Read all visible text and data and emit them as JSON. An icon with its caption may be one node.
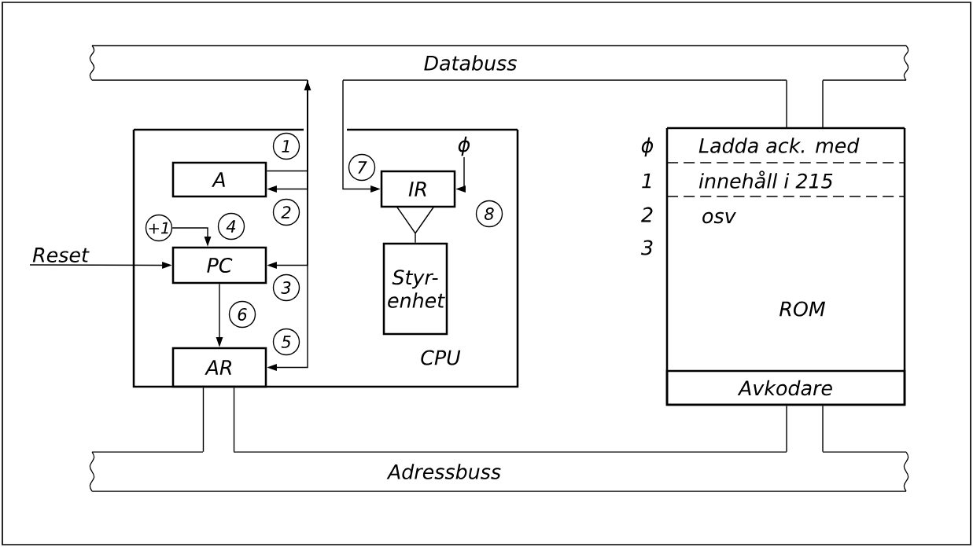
{
  "diagram": {
    "nodes": [
      {
        "text": [
          "Databuss"
        ]
      },
      {
        "text": [
          "Adressbuss"
        ]
      },
      {
        "text": [
          "CPU"
        ]
      },
      {
        "text": [
          "A"
        ],
        "in": 2
      },
      {
        "text": [
          "PC"
        ],
        "in": 2
      },
      {
        "text": [
          "AR"
        ],
        "in": 2
      },
      {
        "text": [
          "IR"
        ],
        "in": 2
      },
      {
        "text": [
          "Styr- enhet"
        ],
        "in": 2
      },
      {
        "text": [
          "+1"
        ],
        "in": 2
      },
      {
        "text": [
          "ϕ"
        ],
        "in": 2
      },
      {
        "text": [
          "Reset"
        ]
      },
      {
        "text": [
          "ROM"
        ]
      },
      {
        "text": [
          "Ladda ack. med"
        ],
        "in": 11
      },
      {
        "text": [
          "innehåll i 215"
        ],
        "in": 11
      },
      {
        "text": [
          "Avkodare"
        ],
        "in": 11
      }
    ],
    "edges": [
      {
        "from": 3,
        "to": 0,
        "arrow": "to",
        "label": "1"
      },
      {
        "from": 0,
        "to": 3,
        "arrow": "to",
        "label": "2"
      },
      {
        "from": 0,
        "to": 4,
        "arrow": "to",
        "label": "3"
      },
      {
        "from": 8,
        "to": 4,
        "arrow": "to",
        "label": "4"
      },
      {
        "from": 0,
        "to": 5,
        "arrow": "to",
        "label": "5"
      },
      {
        "from": 4,
        "to": 5,
        "arrow": "to",
        "label": "6"
      },
      {
        "from": 0,
        "to": 6,
        "arrow": "to",
        "label": "7"
      },
      {
        "from": 9,
        "to": 6,
        "arrow": "to",
        "label": "8"
      },
      {
        "from": 10,
        "to": 4,
        "arrow": "to"
      },
      {
        "from": 6,
        "to": 7,
        "arrow": "none"
      },
      {
        "from": 5,
        "to": 1,
        "arrow": "none"
      },
      {
        "from": 0,
        "to": 11,
        "arrow": "none"
      },
      {
        "from": 14,
        "to": 1,
        "arrow": "none"
      }
    ],
    "labels": [
      "ϕ",
      "1",
      "2",
      "3",
      "osv"
    ]
  }
}
